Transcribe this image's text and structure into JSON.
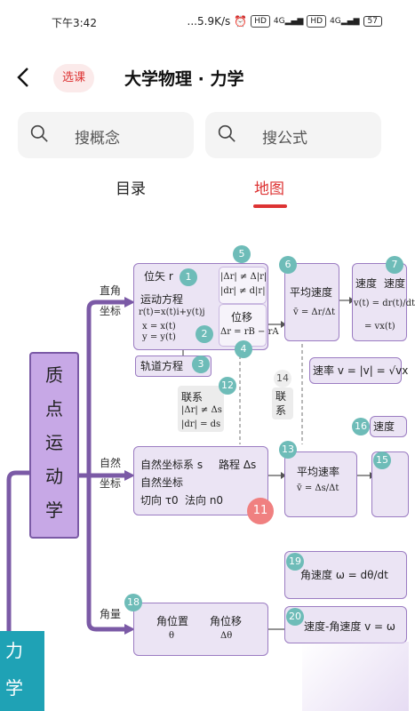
{
  "status": {
    "time": "下午3:42",
    "net": "...5.9K/s",
    "hd1": "HD",
    "sig1": "4G",
    "hd2": "HD",
    "sig2": "4G",
    "battery": "57"
  },
  "header": {
    "back": "‹",
    "course": "选课",
    "title": "大学物理 · 力学"
  },
  "search": {
    "concept": "搜概念",
    "formula": "搜公式"
  },
  "tabs": {
    "catalog": "目录",
    "map": "地图"
  },
  "map": {
    "root": [
      "质",
      "点",
      "运",
      "动",
      "学"
    ],
    "force": "力",
    "force2": "学",
    "branch_rect1": "直角",
    "branch_rect2": "坐标",
    "branch_nat1": "自然",
    "branch_nat2": "坐标",
    "branch_angle": "角量",
    "pos_vec": "位矢 r",
    "motion_eq": "运动方程",
    "motion_eq_f": "r(t)=x(t)i+y(t)j",
    "param1": "x = x(t)",
    "param2": "y = y(t)",
    "ineq1": "|Δr| ≠ Δ|r|",
    "ineq2": "|dr| ≠ d|r|",
    "disp": "位移",
    "disp_f": "Δr = rB − rA",
    "track": "轨道方程",
    "avg_vel": "平均速度",
    "avg_vel_f": "v̄ = Δr/Δt",
    "vel": "速度",
    "vel2": "速度",
    "vel_f": "v(t) = dr(t)/dt",
    "vel_f2": "= vx(t)",
    "speed": "速率 v = |v| = √vx",
    "link12": "联系",
    "link12_a": "|Δr| ≠ Δs",
    "link12_b": "|dr| = ds",
    "link14": "联系",
    "nat_sys": "自然坐标系 s",
    "path": "路程 Δs",
    "nat_coord": "自然坐标",
    "tangent": "切向 τ0",
    "normal": "法向 n0",
    "avg_speed": "平均速率",
    "avg_speed_f": "v̄ = Δs/Δt",
    "speed16": "速度",
    "ang_pos": "角位置",
    "ang_pos_s": "θ",
    "ang_disp": "角位移",
    "ang_disp_s": "Δθ",
    "ang_vel": "角速度 ω = dθ/dt",
    "vel_ang": "速度-角速度 v = ω",
    "nums": [
      "1",
      "2",
      "3",
      "4",
      "5",
      "6",
      "7",
      "11",
      "12",
      "13",
      "14",
      "15",
      "16",
      "18",
      "19",
      "20"
    ]
  }
}
